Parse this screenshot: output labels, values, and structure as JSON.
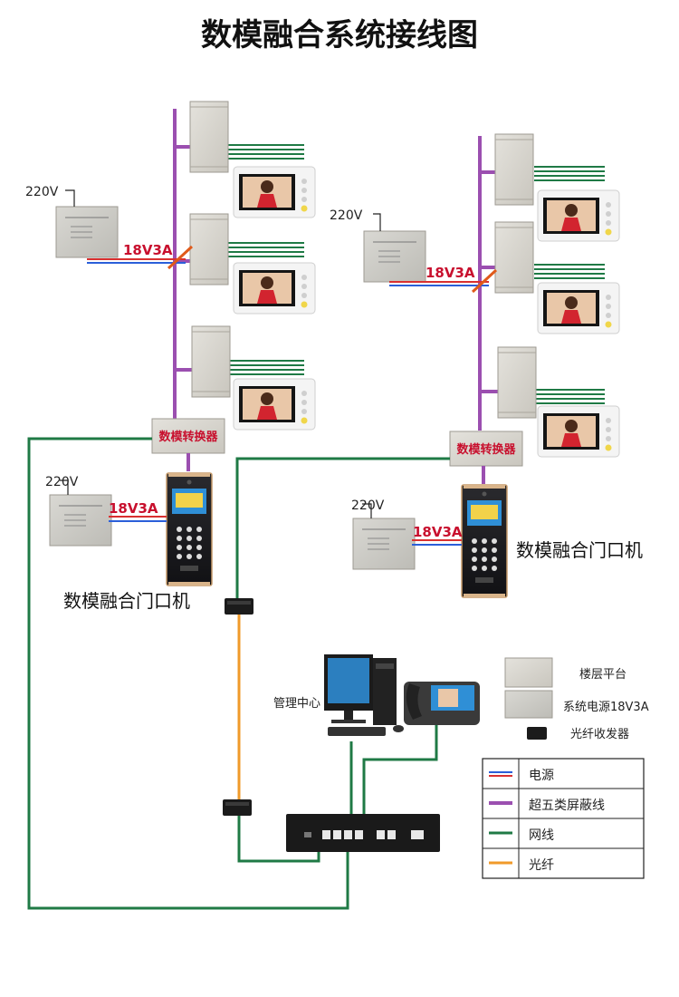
{
  "title": "数模融合系统接线图",
  "voltage_label": "220V",
  "power_label": "18V3A",
  "converter_label": "数模转换器",
  "door_station_label": "数模融合门口机",
  "management_center_label": "管理中心",
  "side_legend": {
    "floor_platform": "楼层平台",
    "system_power": "系统电源18V3A",
    "fiber_transceiver": "光纤收发器"
  },
  "line_legend": [
    {
      "label": "电源",
      "color": "#2b5fd9",
      "color2": "#d93030"
    },
    {
      "label": "超五类屏蔽线",
      "color": "#9b4fb0"
    },
    {
      "label": "网线",
      "color": "#1f7a45"
    },
    {
      "label": "光纤",
      "color": "#f09a2a"
    }
  ],
  "colors": {
    "purple_cable": "#9b4fb0",
    "green_cable": "#1f7a45",
    "fiber": "#f09a2a",
    "power_red": "#d93030",
    "power_blue": "#2b5fd9"
  }
}
